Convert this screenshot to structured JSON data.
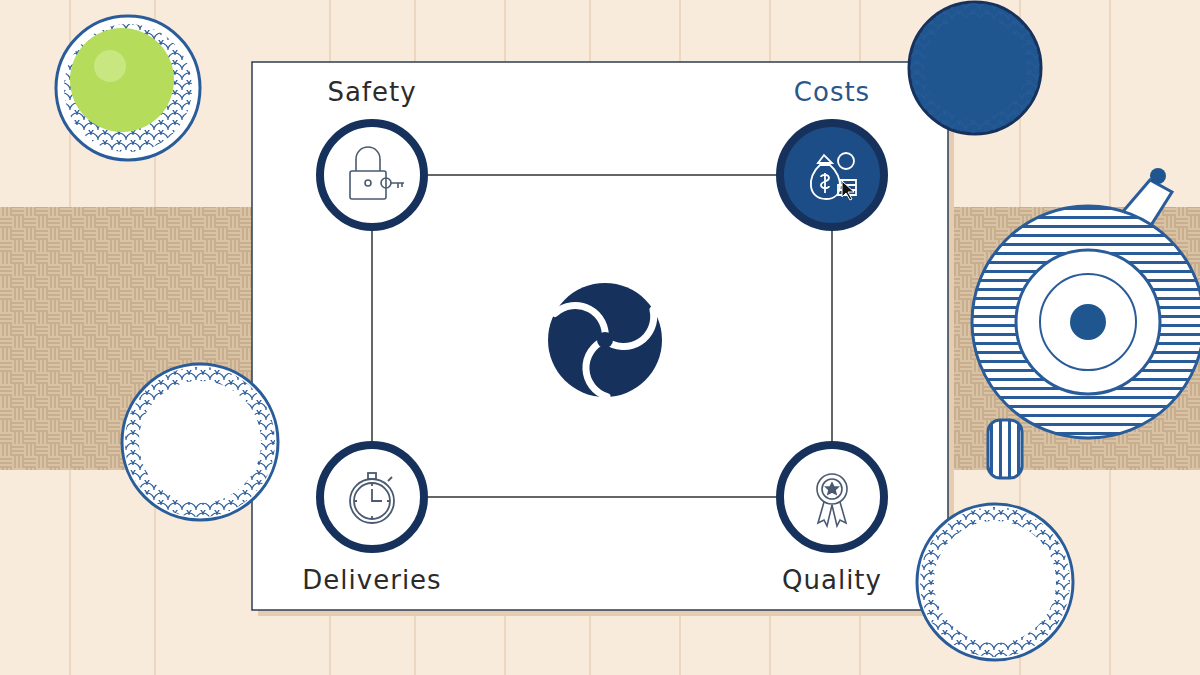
{
  "diagram": {
    "nodes": [
      {
        "text": [
          "Safety"
        ]
      },
      {
        "text": [
          "Costs"
        ]
      },
      {
        "text": [
          "Deliveries"
        ]
      },
      {
        "text": [
          "Quality"
        ]
      }
    ],
    "edges": [
      {
        "from": 0,
        "to": 1,
        "arrow": "none"
      },
      {
        "from": 1,
        "to": 3,
        "arrow": "none"
      },
      {
        "from": 3,
        "to": 2,
        "arrow": "none"
      },
      {
        "from": 2,
        "to": 0,
        "arrow": "none"
      }
    ]
  }
}
